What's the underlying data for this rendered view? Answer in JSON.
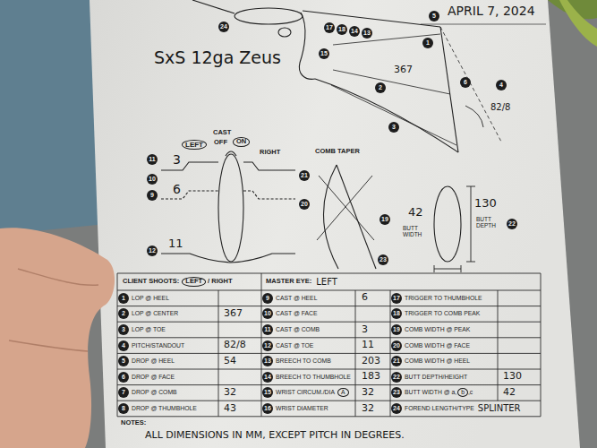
{
  "diagram": {
    "labels": [
      "APRIL 7, 2024",
      "SxS 12ga Zeus",
      "367",
      "82/8",
      "24",
      "15",
      "17",
      "18",
      "14",
      "13",
      "1",
      "2",
      "3",
      "5",
      "6",
      "4",
      "LEFT",
      "CAST",
      "OFF",
      "ON",
      "RIGHT",
      "3",
      "6",
      "11",
      "COMB TAPER",
      "42",
      "BUTT WIDTH",
      "130",
      "BUTT DEPTH",
      "11",
      "10",
      "9",
      "12",
      "21",
      "20",
      "19",
      "23",
      "22",
      "CLIENT SHOOTS:",
      "LEFT",
      "/ RIGHT",
      "MASTER EYE:",
      "LEFT",
      "1",
      "LOP @ HEEL",
      "9",
      "CAST @ HEEL",
      "6",
      "17",
      "TRIGGER TO THUMBHOLE",
      "2",
      "LOP @ CENTER",
      "367",
      "10",
      "CAST @ FACE",
      "18",
      "TRIGGER TO COMB PEAK",
      "3",
      "LOP @ TOE",
      "11",
      "CAST @ COMB",
      "3",
      "19",
      "COMB WIDTH @ PEAK",
      "4",
      "PITCH/STANDOUT",
      "82/8",
      "12",
      "CAST @ TOE",
      "11",
      "20",
      "COMB WIDTH @ FACE",
      "5",
      "DROP @ HEEL",
      "54",
      "13",
      "BREECH TO COMB",
      "203",
      "21",
      "COMB WIDTH @ HEEL",
      "6",
      "DROP @ FACE",
      "14",
      "BREECH TO THUMBHOLE",
      "183",
      "22",
      "BUTT DEPTH/HEIGHT",
      "130",
      "7",
      "DROP @ COMB",
      "32",
      "15",
      "WRIST CIRCUM./DIA",
      "A",
      "32",
      "23",
      "BUTT WIDTH @ a,",
      "b",
      ",c",
      "42",
      "8",
      "DROP @ THUMBHOLE",
      "43",
      "16",
      "WRIST DIAMETER",
      "32",
      "24",
      "FOREND LENGTH/TYPE",
      "SPLINTER",
      "NOTES:",
      "ALL DIMENSIONS IN MM, EXCEPT PITCH IN DEGREES."
    ]
  }
}
